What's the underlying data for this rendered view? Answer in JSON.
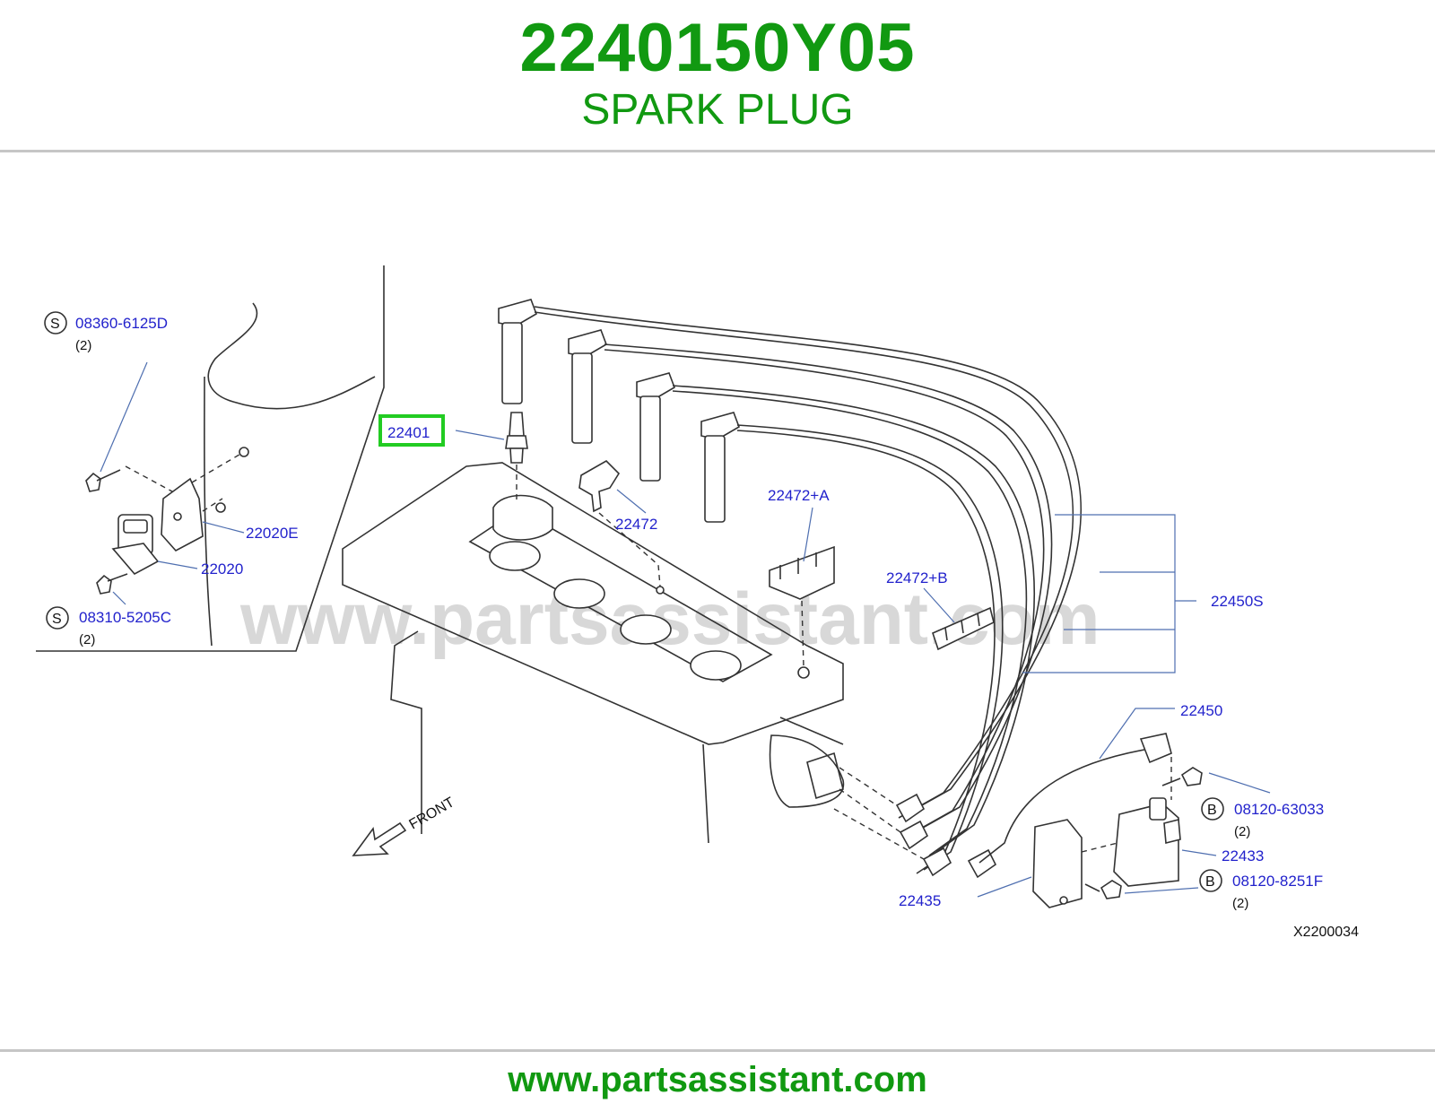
{
  "header": {
    "part_number": "2240150Y05",
    "part_name": "SPARK PLUG"
  },
  "diagram": {
    "watermark": "www.partsassistant.com",
    "highlighted_part": "22401",
    "labels": {
      "bolt_s1": "08360-6125D",
      "bolt_s1_qty": "(2)",
      "bolt_s2": "08310-5205C",
      "bolt_s2_qty": "(2)",
      "bracket": "22020E",
      "sensor": "22020",
      "plug_boot_clamp": "22472",
      "clamp_a": "22472+A",
      "clamp_b": "22472+B",
      "cable_set": "22450S",
      "coil_cable": "22450",
      "bolt_b1": "08120-63033",
      "bolt_b1_qty": "(2)",
      "coil": "22433",
      "bolt_b2": "08120-8251F",
      "bolt_b2_qty": "(2)",
      "coil_bracket": "22435",
      "diagram_code": "X2200034",
      "front": "FRONT",
      "s_mark_1": "S",
      "s_mark_2": "S",
      "b_mark_1": "B",
      "b_mark_2": "B"
    }
  },
  "footer": {
    "url": "www.partsassistant.com"
  },
  "colors": {
    "brand_green": "#119911",
    "label_blue": "#2222cc",
    "highlight_green": "#22cc22"
  }
}
